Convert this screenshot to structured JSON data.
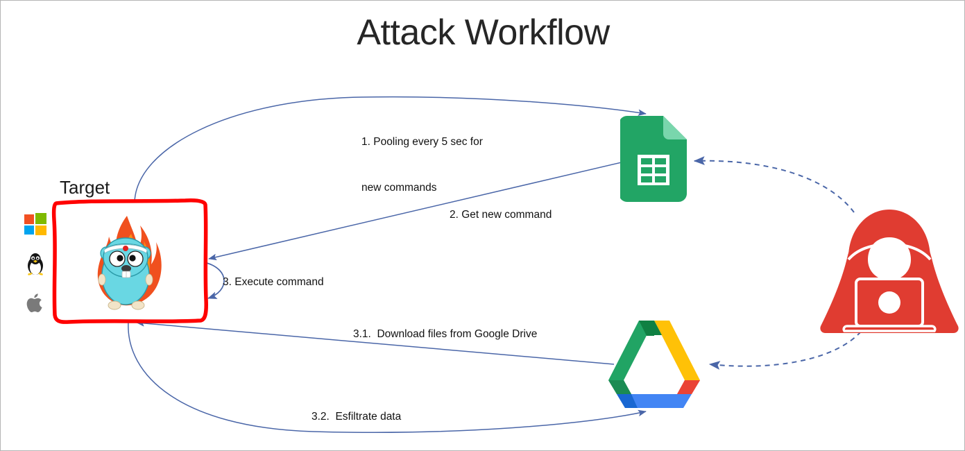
{
  "page": {
    "title": "Attack Workflow",
    "background": "#ffffff",
    "border_color": "#b4b4b4"
  },
  "colors": {
    "arrow_blue": "#4a66a8",
    "target_box_red": "#FF0000",
    "hacker_red": "#E03C31",
    "sheets_green": "#22A565",
    "sheets_green_light": "#79D6AC",
    "drive_green": "#21A464",
    "drive_green_dark": "#0F8043",
    "drive_yellow": "#FFC107",
    "drive_blue": "#4285F4",
    "drive_blue_dark": "#1967D2",
    "drive_red": "#EA4335",
    "gopher_blue": "#69D7E3",
    "flame_orange": "#F05A1E",
    "windows_red": "#F25022",
    "windows_green": "#7FBA00",
    "windows_blue": "#00A4EF",
    "windows_yellow": "#FFB900",
    "apple_gray": "#7A7A7A",
    "tux_black": "#1a1a1a",
    "tux_yellow": "#F9C513"
  },
  "target": {
    "label": "Target",
    "os_icons": [
      {
        "name": "windows-icon",
        "label": "Windows"
      },
      {
        "name": "linux-icon",
        "label": "Linux"
      },
      {
        "name": "apple-icon",
        "label": "macOS"
      }
    ],
    "inner_icon": "go-gopher-on-fire-icon"
  },
  "nodes": [
    {
      "id": "target",
      "name": "target-box",
      "label": "Target"
    },
    {
      "id": "sheets",
      "name": "google-sheets-icon",
      "label": "Google Sheets"
    },
    {
      "id": "drive",
      "name": "google-drive-icon",
      "label": "Google Drive"
    },
    {
      "id": "hacker",
      "name": "hacker-icon",
      "label": "Attacker"
    }
  ],
  "steps": [
    {
      "id": "step1",
      "name": "step-1-label",
      "line1": "1. Pooling every 5 sec for",
      "line2": "new commands",
      "from": "target",
      "to": "sheets",
      "style": "solid"
    },
    {
      "id": "step2",
      "name": "step-2-label",
      "text": "2. Get new command",
      "from": "sheets",
      "to": "target",
      "style": "solid"
    },
    {
      "id": "step3",
      "name": "step-3-label",
      "text": "3. Execute command",
      "from": "target",
      "to": "target",
      "style": "solid"
    },
    {
      "id": "step31",
      "name": "step-3-1-label",
      "text": "3.1.  Download files from Google Drive",
      "from": "drive",
      "to": "target",
      "style": "solid"
    },
    {
      "id": "step32",
      "name": "step-3-2-label",
      "text": "3.2.  Esfiltrate data",
      "from": "target",
      "to": "drive",
      "style": "solid"
    }
  ],
  "attacker_links": [
    {
      "name": "hacker-to-sheets-arrow",
      "from": "hacker",
      "to": "sheets",
      "style": "dashed"
    },
    {
      "name": "hacker-to-drive-arrow",
      "from": "hacker",
      "to": "drive",
      "style": "dashed"
    }
  ]
}
